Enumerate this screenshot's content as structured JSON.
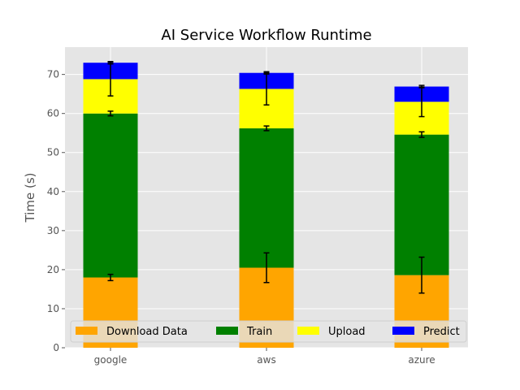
{
  "chart_data": {
    "type": "bar",
    "stacked": true,
    "title": "AI Service Workflow Runtime",
    "xlabel": "",
    "ylabel": "Time (s)",
    "ylim": [
      0,
      77
    ],
    "yticks": [
      0,
      10,
      20,
      30,
      40,
      50,
      60,
      70
    ],
    "grid": true,
    "legend_position": "bottom",
    "categories": [
      "google",
      "aws",
      "azure"
    ],
    "series": [
      {
        "name": "Download Data",
        "color": "#ffa500",
        "values": [
          18.0,
          20.5,
          18.6
        ],
        "errors": [
          0.8,
          3.8,
          4.6
        ]
      },
      {
        "name": "Train",
        "color": "#008000",
        "values": [
          42.0,
          35.7,
          36.0
        ],
        "errors": [
          0.6,
          0.6,
          0.7
        ]
      },
      {
        "name": "Upload",
        "color": "#ffff00",
        "values": [
          8.8,
          10.1,
          8.4
        ],
        "errors": [
          4.3,
          4.1,
          3.8
        ]
      },
      {
        "name": "Predict",
        "color": "#0000ff",
        "values": [
          4.2,
          4.1,
          3.9
        ],
        "errors": [
          0.3,
          0.3,
          0.3
        ]
      }
    ]
  }
}
